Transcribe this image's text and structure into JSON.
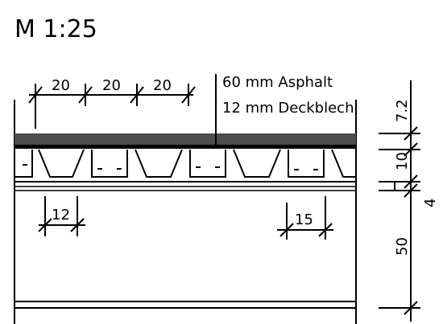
{
  "scale": "M 1:25",
  "materials": {
    "asphalt": "60 mm Asphalt",
    "deck_plate": "12 mm Deckblech"
  },
  "dimensions": {
    "top_1": "20",
    "top_2": "20",
    "top_3": "20",
    "bottom_left": "12",
    "bottom_right": "15",
    "right_top": "7.2",
    "right_mid": "10",
    "right_small": "4",
    "right_bottom": "50"
  },
  "colors": {
    "asphalt_fill": "#4d4d4d",
    "deck_plate_fill": "#000000",
    "line": "#000000",
    "background": "#ffffff"
  }
}
